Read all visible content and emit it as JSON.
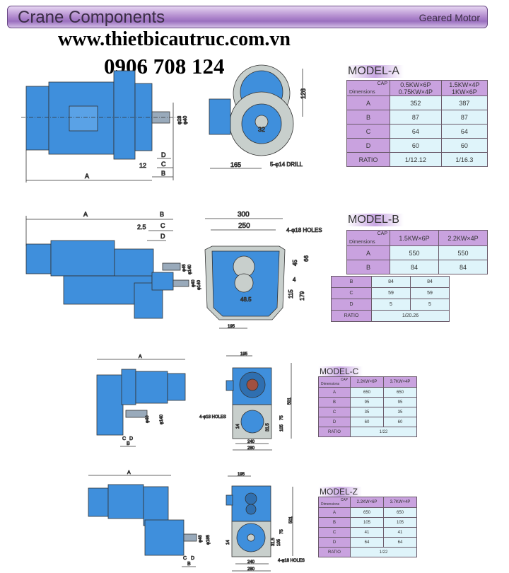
{
  "header": {
    "title": "Crane Components",
    "subtitle": "Geared Motor"
  },
  "contact": {
    "website": "www.thietbicautruc.com.vn",
    "phone": "0906 708 124"
  },
  "colors": {
    "motor_blue": "#3f8fdc",
    "housing_gray": "#c8cfcc",
    "table_label": "#c9a2df",
    "table_value": "#dff4fa",
    "header_purple": "#9a6fbf"
  },
  "drawings": {
    "a": {
      "A": "A",
      "B": "B",
      "C": "C",
      "D": "D",
      "d12": "12",
      "phi28": "φ28",
      "phi40": "φ40",
      "d128": "128",
      "d32": "32",
      "d165": "165",
      "drill": "5-φ14 DRILL"
    },
    "b": {
      "A": "A",
      "B": "B",
      "C": "C",
      "D": "D",
      "d25": "2.5",
      "phi45": "φ45",
      "phi140": "φ140",
      "phi40b": "φ40",
      "phi140b": "φ140",
      "d300": "300",
      "d250": "250",
      "holes": "4-φ18 HOLES",
      "d45": "45",
      "d66": "66",
      "d4": "4",
      "d115": "115",
      "d179": "179",
      "d485": "48.5",
      "d195": "195"
    },
    "c": {
      "A": "A",
      "B": "B",
      "C": "C",
      "D": "D",
      "phi40": "φ40",
      "phi140": "φ140",
      "d195": "195",
      "d501": "501",
      "holes": "4-φ18 HOLES",
      "d75": "75",
      "d105": "105",
      "d315": "31.5",
      "d14": "14",
      "d240": "240",
      "d280": "280"
    },
    "z": {
      "A": "A",
      "B": "B",
      "C": "C",
      "D": "D",
      "phi48": "φ48",
      "phi185": "φ185",
      "d195": "195",
      "d501": "501",
      "holes": "4-φ18 HOLES",
      "d75": "75",
      "d105": "105",
      "d315": "31.5",
      "d14": "14",
      "d240": "240",
      "d280": "280"
    }
  },
  "models": [
    {
      "id": "a",
      "title": "MODEL-A",
      "cap": "CAP",
      "dims": "Dimensions",
      "columns": [
        "0.5KW×6P\n0.75KW×4P",
        "1.5KW×4P\n1KW×6P"
      ],
      "rows": [
        {
          "label": "A",
          "values": [
            "352",
            "387"
          ]
        },
        {
          "label": "B",
          "values": [
            "87",
            "87"
          ]
        },
        {
          "label": "C",
          "values": [
            "64",
            "64"
          ]
        },
        {
          "label": "D",
          "values": [
            "60",
            "60"
          ]
        }
      ],
      "ratio": {
        "label": "RATIO",
        "values": [
          "1/12.12",
          "1/16.3"
        ]
      }
    },
    {
      "id": "b",
      "title": "MODEL-B",
      "cap": "CAP",
      "dims": "Dimensions",
      "columns": [
        "1.5KW×6P",
        "2.2KW×4P"
      ],
      "rows": [
        {
          "label": "A",
          "values": [
            "550",
            "550"
          ]
        },
        {
          "label": "B",
          "values": [
            "84",
            "84"
          ]
        }
      ],
      "lower_rows": [
        {
          "label": "B",
          "values": [
            "84",
            "84"
          ]
        },
        {
          "label": "C",
          "values": [
            "59",
            "59"
          ]
        },
        {
          "label": "D",
          "values": [
            "5",
            "5"
          ]
        }
      ],
      "ratio": {
        "label": "RATIO",
        "values": [
          "1/20.26"
        ]
      }
    },
    {
      "id": "c",
      "title": "MODEL-C",
      "cap": "CAP",
      "dims": "Dimensions",
      "columns": [
        "2.2KW×6P",
        "3.7KW×4P"
      ],
      "rows": [
        {
          "label": "A",
          "values": [
            "650",
            "650"
          ]
        },
        {
          "label": "B",
          "values": [
            "95",
            "95"
          ]
        },
        {
          "label": "C",
          "values": [
            "35",
            "35"
          ]
        },
        {
          "label": "D",
          "values": [
            "60",
            "60"
          ]
        }
      ],
      "ratio": {
        "label": "RATIO",
        "values": [
          "1/22"
        ]
      }
    },
    {
      "id": "z",
      "title": "MODEL-Z",
      "cap": "CAP",
      "dims": "Dimensions",
      "columns": [
        "2.2KW×6P",
        "3.7KW×4P"
      ],
      "rows": [
        {
          "label": "A",
          "values": [
            "650",
            "650"
          ]
        },
        {
          "label": "B",
          "values": [
            "105",
            "105"
          ]
        },
        {
          "label": "C",
          "values": [
            "41",
            "41"
          ]
        },
        {
          "label": "D",
          "values": [
            "64",
            "64"
          ]
        }
      ],
      "ratio": {
        "label": "RATIO",
        "values": [
          "1/22"
        ]
      }
    }
  ]
}
